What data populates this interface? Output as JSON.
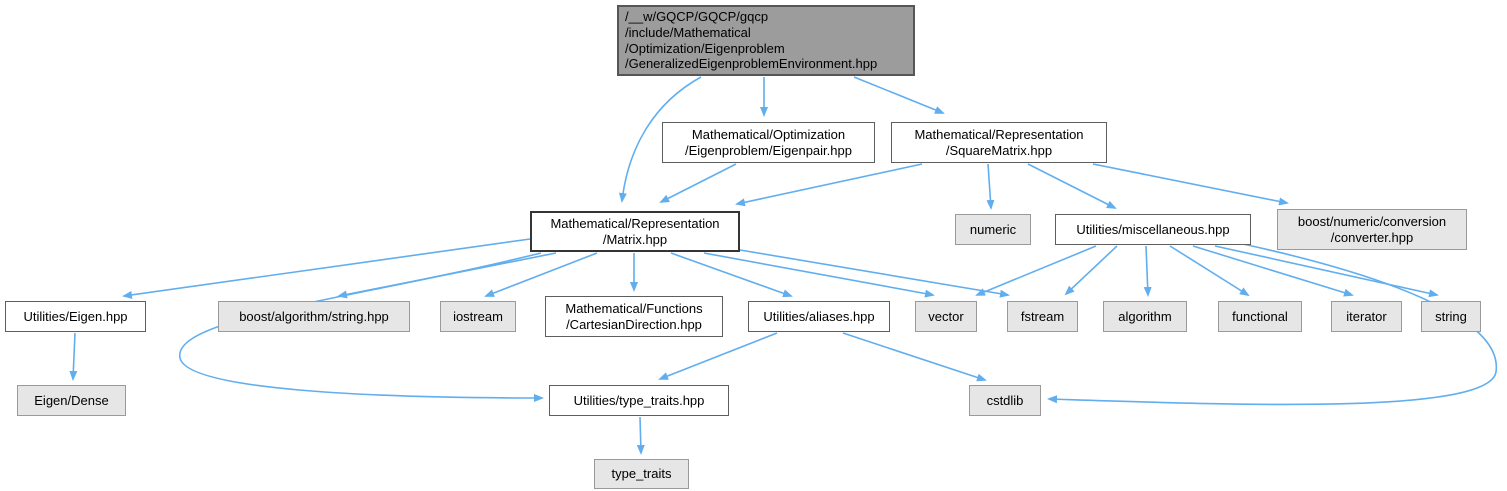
{
  "diagram": {
    "kind": "include-dependency-graph",
    "colors": {
      "edge": "#61aeef",
      "root_fill": "#9c9c9c",
      "external_fill": "#e6e6e6",
      "project_fill": "#ffffff",
      "border": "#5e5e5e"
    },
    "nodes": {
      "root": {
        "label": "/__w/GQCP/GQCP/gqcp\n/include/Mathematical\n/Optimization/Eigenproblem\n/GeneralizedEigenproblemEnvironment.hpp",
        "kind": "root"
      },
      "eigenpair": {
        "label": "Mathematical/Optimization\n/Eigenproblem/Eigenpair.hpp",
        "kind": "project"
      },
      "squarematrix": {
        "label": "Mathematical/Representation\n/SquareMatrix.hpp",
        "kind": "project"
      },
      "matrix": {
        "label": "Mathematical/Representation\n/Matrix.hpp",
        "kind": "project-emphasized"
      },
      "numeric": {
        "label": "numeric",
        "kind": "external"
      },
      "miscellaneous": {
        "label": "Utilities/miscellaneous.hpp",
        "kind": "project"
      },
      "converter": {
        "label": "boost/numeric/conversion\n/converter.hpp",
        "kind": "external"
      },
      "eigen_hpp": {
        "label": "Utilities/Eigen.hpp",
        "kind": "project"
      },
      "boost_string": {
        "label": "boost/algorithm/string.hpp",
        "kind": "external"
      },
      "iostream": {
        "label": "iostream",
        "kind": "external"
      },
      "cartesian": {
        "label": "Mathematical/Functions\n/CartesianDirection.hpp",
        "kind": "project"
      },
      "aliases": {
        "label": "Utilities/aliases.hpp",
        "kind": "project"
      },
      "vector": {
        "label": "vector",
        "kind": "external"
      },
      "fstream": {
        "label": "fstream",
        "kind": "external"
      },
      "algorithm": {
        "label": "algorithm",
        "kind": "external"
      },
      "functional": {
        "label": "functional",
        "kind": "external"
      },
      "iterator": {
        "label": "iterator",
        "kind": "external"
      },
      "string": {
        "label": "string",
        "kind": "external"
      },
      "eigen_dense": {
        "label": "Eigen/Dense",
        "kind": "external"
      },
      "type_traits_hpp": {
        "label": "Utilities/type_traits.hpp",
        "kind": "project"
      },
      "cstdlib": {
        "label": "cstdlib",
        "kind": "external"
      },
      "type_traits": {
        "label": "type_traits",
        "kind": "external"
      }
    },
    "edges": [
      {
        "from": "root",
        "to": "eigenpair"
      },
      {
        "from": "root",
        "to": "squarematrix"
      },
      {
        "from": "root",
        "to": "matrix"
      },
      {
        "from": "eigenpair",
        "to": "matrix"
      },
      {
        "from": "squarematrix",
        "to": "matrix"
      },
      {
        "from": "squarematrix",
        "to": "numeric"
      },
      {
        "from": "squarematrix",
        "to": "miscellaneous"
      },
      {
        "from": "squarematrix",
        "to": "converter"
      },
      {
        "from": "matrix",
        "to": "eigen_hpp"
      },
      {
        "from": "matrix",
        "to": "boost_string"
      },
      {
        "from": "matrix",
        "to": "iostream"
      },
      {
        "from": "matrix",
        "to": "cartesian"
      },
      {
        "from": "matrix",
        "to": "aliases"
      },
      {
        "from": "matrix",
        "to": "vector"
      },
      {
        "from": "matrix",
        "to": "fstream"
      },
      {
        "from": "matrix",
        "to": "type_traits_hpp"
      },
      {
        "from": "aliases",
        "to": "type_traits_hpp"
      },
      {
        "from": "aliases",
        "to": "cstdlib"
      },
      {
        "from": "miscellaneous",
        "to": "vector"
      },
      {
        "from": "miscellaneous",
        "to": "fstream"
      },
      {
        "from": "miscellaneous",
        "to": "algorithm"
      },
      {
        "from": "miscellaneous",
        "to": "functional"
      },
      {
        "from": "miscellaneous",
        "to": "iterator"
      },
      {
        "from": "miscellaneous",
        "to": "string"
      },
      {
        "from": "miscellaneous",
        "to": "cstdlib"
      },
      {
        "from": "eigen_hpp",
        "to": "eigen_dense"
      },
      {
        "from": "type_traits_hpp",
        "to": "type_traits"
      }
    ]
  }
}
